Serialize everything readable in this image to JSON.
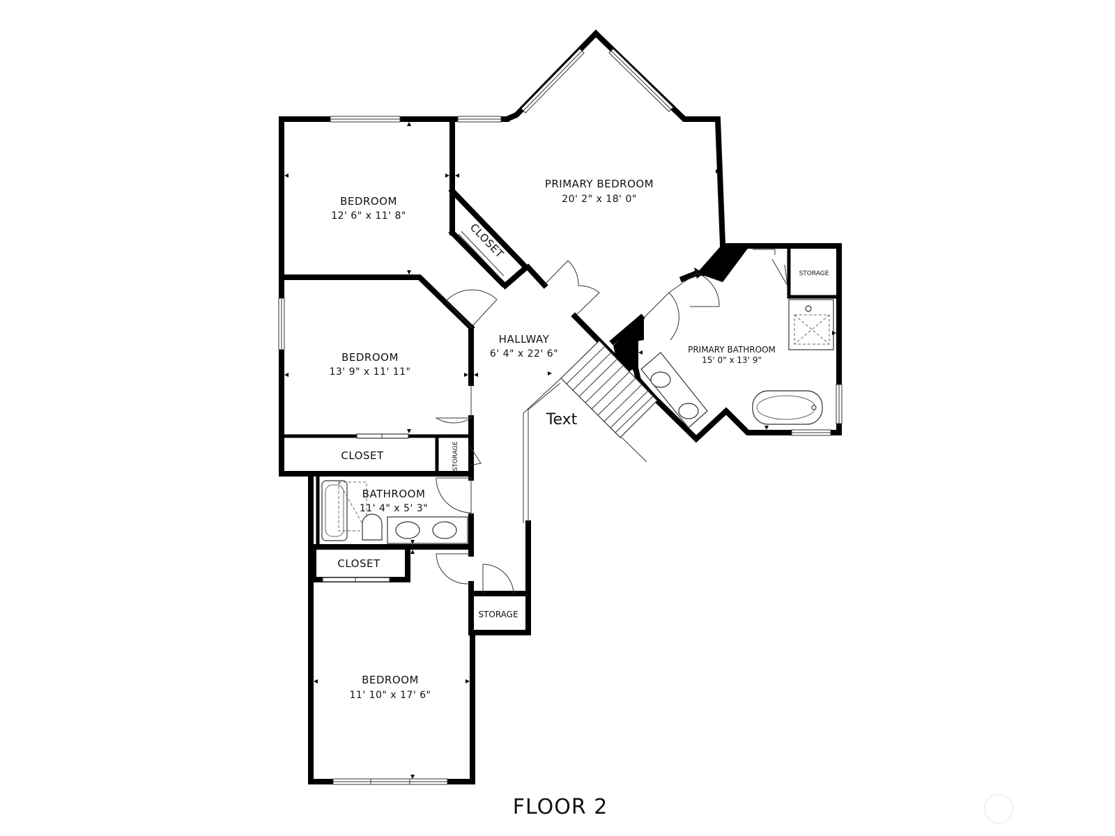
{
  "floor_label": "FLOOR 2",
  "free_text": "Text",
  "rooms": {
    "primary_bedroom": {
      "name": "PRIMARY BEDROOM",
      "dims": "20' 2\" x 18' 0\""
    },
    "bedroom_1": {
      "name": "BEDROOM",
      "dims": "12' 6\" x 11' 8\""
    },
    "bedroom_2": {
      "name": "BEDROOM",
      "dims": "13' 9\" x 11' 11\""
    },
    "bedroom_3": {
      "name": "BEDROOM",
      "dims": "11' 10\" x 17' 6\""
    },
    "hallway": {
      "name": "HALLWAY",
      "dims": "6' 4\" x 22' 6\""
    },
    "primary_bathroom": {
      "name": "PRIMARY BATHROOM",
      "dims": "15' 0\" x 13' 9\""
    },
    "bathroom": {
      "name": "BATHROOM",
      "dims": "11' 4\" x 5' 3\""
    }
  },
  "closets": {
    "diagonal": "CLOSET",
    "middle": "CLOSET",
    "lower": "CLOSET"
  },
  "storage": {
    "primary_bath": "STORAGE",
    "hall_small": "STORAGE",
    "hall_lower": "STORAGE"
  },
  "colors": {
    "wall": "#000000",
    "background": "#ffffff",
    "fixture_line": "#333333"
  }
}
